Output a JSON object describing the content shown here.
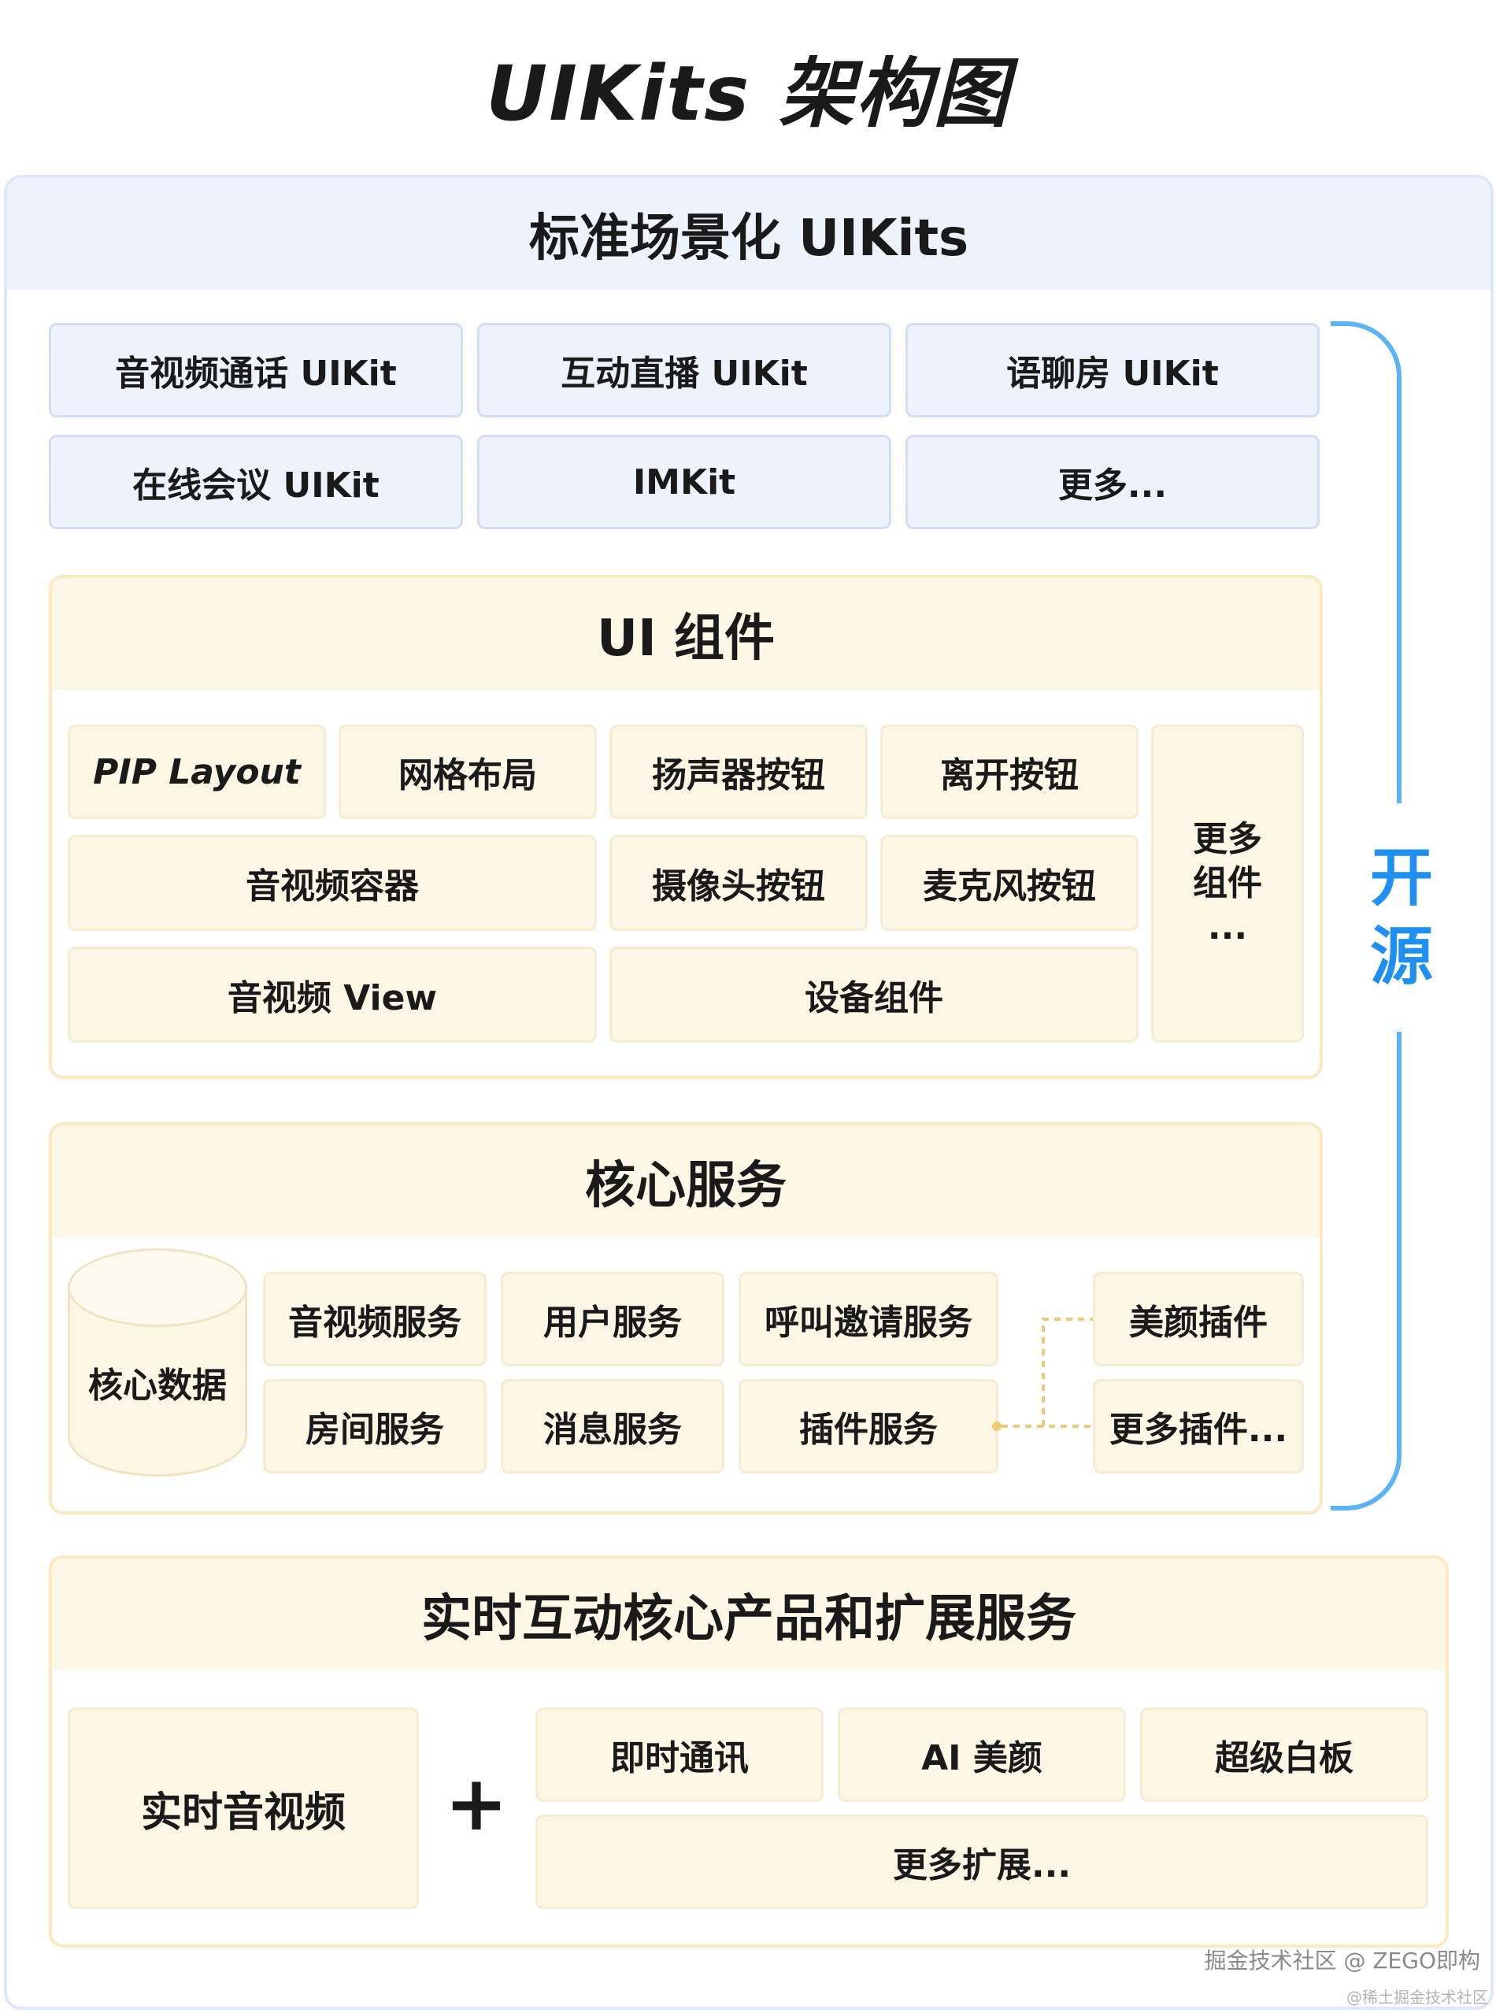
{
  "title": "UIKits 架构图",
  "outer": {
    "title": "标准场景化 UIKits",
    "uikits": [
      "音视频通话 UIKit",
      "互动直播 UIKit",
      "语聊房 UIKit",
      "在线会议 UIKit",
      "IMKit",
      "更多..."
    ]
  },
  "ui_components": {
    "title": "UI 组件",
    "pip_layout": "PIP Layout",
    "grid_layout": "网格布局",
    "speaker_button": "扬声器按钮",
    "leave_button": "离开按钮",
    "av_container": "音视频容器",
    "camera_button": "摄像头按钮",
    "mic_button": "麦克风按钮",
    "av_view": "音视频 View",
    "device_components": "设备组件",
    "more_line1": "更多",
    "more_line2": "组件",
    "more_line3": "..."
  },
  "core_services": {
    "title": "核心服务",
    "core_data": "核心数据",
    "av_service": "音视频服务",
    "user_service": "用户服务",
    "call_invite_service": "呼叫邀请服务",
    "room_service": "房间服务",
    "message_service": "消息服务",
    "plugin_service": "插件服务",
    "beauty_plugin": "美颜插件",
    "more_plugins": "更多插件..."
  },
  "open_source": {
    "line1": "开",
    "line2": "源"
  },
  "realtime": {
    "title": "实时互动核心产品和扩展服务",
    "rtc": "实时音视频",
    "plus": "+",
    "im": "即时通讯",
    "ai_beauty": "AI 美颜",
    "whiteboard": "超级白板",
    "more_ext": "更多扩展..."
  },
  "watermark": {
    "main": "掘金技术社区 @ ZEGO即构",
    "small": "@稀土掘金技术社区"
  },
  "colors": {
    "blue_accent": "#1f8ff2",
    "bracket": "#5ab4f6",
    "blue_box": "#eef2fb",
    "yellow_box": "#fcf6e5",
    "yellow_border": "#fbeac0",
    "connector": "#f0c974"
  }
}
